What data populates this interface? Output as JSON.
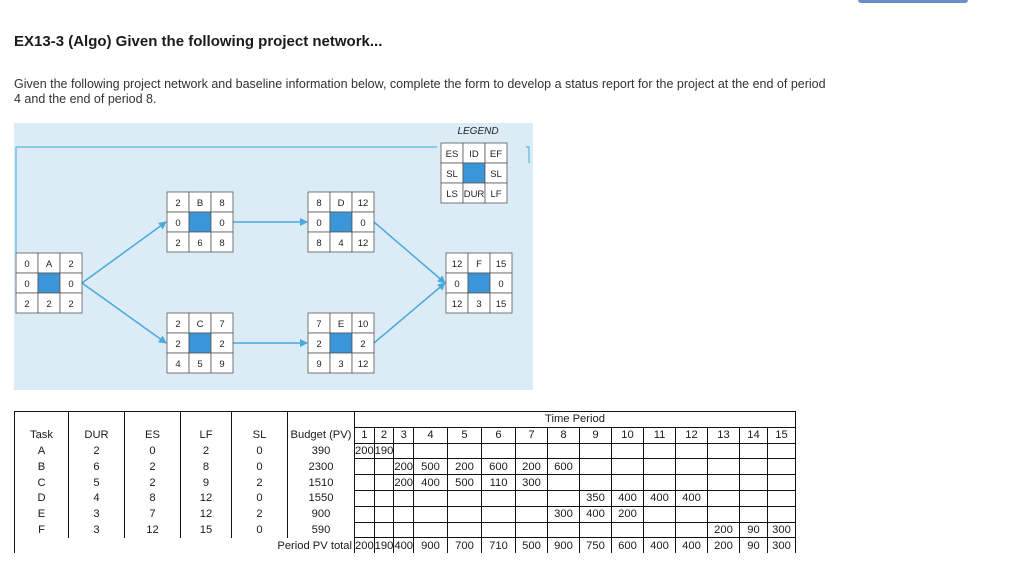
{
  "title": "EX13-3 (Algo) Given the following project network...",
  "description": "Given the following project network and baseline information below, complete the form to develop a status report for the project at the end of period 4 and the end of period 8.",
  "legend": {
    "title": "LEGEND",
    "top": [
      "ES",
      "ID",
      "EF"
    ],
    "mid": [
      "SL",
      "",
      "SL"
    ],
    "bottom": [
      "LS",
      "DUR",
      "LF"
    ]
  },
  "nodes": [
    {
      "id": "A",
      "top": [
        "0",
        "A",
        "2"
      ],
      "mid": [
        "0",
        "",
        "0"
      ],
      "bottom": [
        "2",
        "2",
        "2"
      ]
    },
    {
      "id": "B",
      "top": [
        "2",
        "B",
        "8"
      ],
      "mid": [
        "0",
        "",
        "0"
      ],
      "bottom": [
        "2",
        "6",
        "8"
      ]
    },
    {
      "id": "C",
      "top": [
        "2",
        "C",
        "7"
      ],
      "mid": [
        "2",
        "",
        "2"
      ],
      "bottom": [
        "4",
        "5",
        "9"
      ]
    },
    {
      "id": "D",
      "top": [
        "8",
        "D",
        "12"
      ],
      "mid": [
        "0",
        "",
        "0"
      ],
      "bottom": [
        "8",
        "4",
        "12"
      ]
    },
    {
      "id": "E",
      "top": [
        "7",
        "E",
        "10"
      ],
      "mid": [
        "2",
        "",
        "2"
      ],
      "bottom": [
        "9",
        "3",
        "12"
      ]
    },
    {
      "id": "F",
      "top": [
        "12",
        "F",
        "15"
      ],
      "mid": [
        "0",
        "",
        "0"
      ],
      "bottom": [
        "12",
        "3",
        "15"
      ]
    }
  ],
  "table": {
    "time_period_label": "Time Period",
    "headers": [
      "Task",
      "DUR",
      "ES",
      "LF",
      "SL",
      "Budget (PV)"
    ],
    "periods": [
      "1",
      "2",
      "3",
      "4",
      "5",
      "6",
      "7",
      "8",
      "9",
      "10",
      "11",
      "12",
      "13",
      "14",
      "15"
    ],
    "rows": [
      {
        "task": "A",
        "dur": "2",
        "es": "0",
        "lf": "2",
        "sl": "0",
        "budget": "390",
        "pv": [
          "200",
          "190",
          "",
          "",
          "",
          "",
          "",
          "",
          "",
          "",
          "",
          "",
          "",
          "",
          ""
        ]
      },
      {
        "task": "B",
        "dur": "6",
        "es": "2",
        "lf": "8",
        "sl": "0",
        "budget": "2300",
        "pv": [
          "",
          "",
          "200",
          "500",
          "200",
          "600",
          "200",
          "600",
          "",
          "",
          "",
          "",
          "",
          "",
          ""
        ]
      },
      {
        "task": "C",
        "dur": "5",
        "es": "2",
        "lf": "9",
        "sl": "2",
        "budget": "1510",
        "pv": [
          "",
          "",
          "200",
          "400",
          "500",
          "110",
          "300",
          "",
          "",
          "",
          "",
          "",
          "",
          "",
          ""
        ]
      },
      {
        "task": "D",
        "dur": "4",
        "es": "8",
        "lf": "12",
        "sl": "0",
        "budget": "1550",
        "pv": [
          "",
          "",
          "",
          "",
          "",
          "",
          "",
          "",
          "350",
          "400",
          "400",
          "400",
          "",
          "",
          ""
        ]
      },
      {
        "task": "E",
        "dur": "3",
        "es": "7",
        "lf": "12",
        "sl": "2",
        "budget": "900",
        "pv": [
          "",
          "",
          "",
          "",
          "",
          "",
          "",
          "300",
          "400",
          "200",
          "",
          "",
          "",
          "",
          ""
        ]
      },
      {
        "task": "F",
        "dur": "3",
        "es": "12",
        "lf": "15",
        "sl": "0",
        "budget": "590",
        "pv": [
          "",
          "",
          "",
          "",
          "",
          "",
          "",
          "",
          "",
          "",
          "",
          "",
          "200",
          "90",
          "300"
        ]
      }
    ],
    "total_label": "Period PV total",
    "totals": [
      "200",
      "190",
      "400",
      "900",
      "700",
      "710",
      "500",
      "900",
      "750",
      "600",
      "400",
      "400",
      "200",
      "90",
      "300"
    ]
  }
}
